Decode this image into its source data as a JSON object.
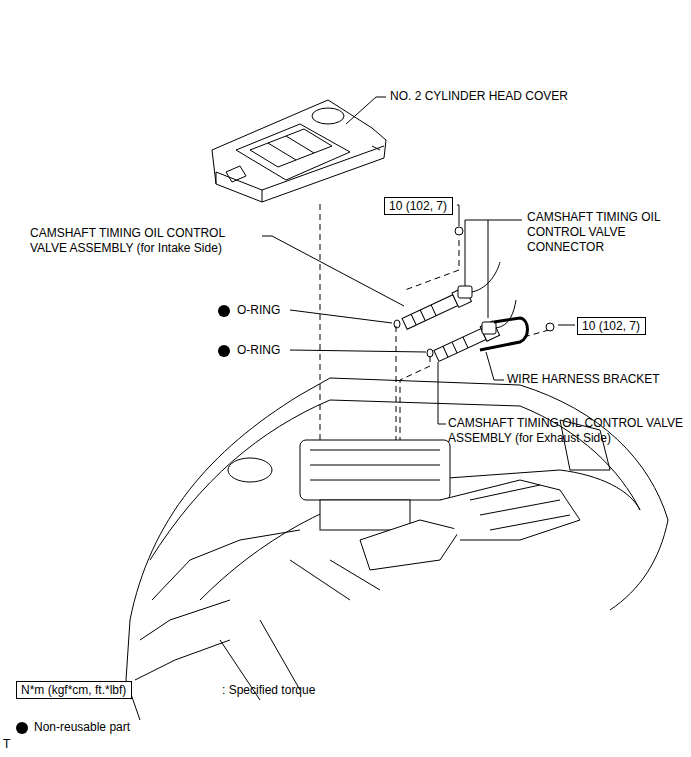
{
  "diagram": {
    "nodes": [
      {
        "text": [
          "10 (102, 7)"
        ]
      },
      {
        "text": [
          "10 (102, 7)"
        ]
      },
      {
        "text": [
          "N*m (kgf*cm, ft.*lbf)"
        ]
      }
    ],
    "labels": [
      "NO. 2 CYLINDER HEAD COVER",
      "CAMSHAFT TIMING OIL CONTROL VALVE CONNECTOR",
      "CAMSHAFT TIMING OIL CONTROL VALVE ASSEMBLY (for Intake Side)",
      "O-RING",
      "O-RING",
      "WIRE HARNESS BRACKET",
      "CAMSHAFT TIMING OIL CONTROL VALVE ASSEMBLY (for Exhaust Side)",
      "T"
    ],
    "legend": [
      {
        "text": ": Specified torque"
      },
      {
        "text": "Non-reusable part"
      }
    ]
  }
}
